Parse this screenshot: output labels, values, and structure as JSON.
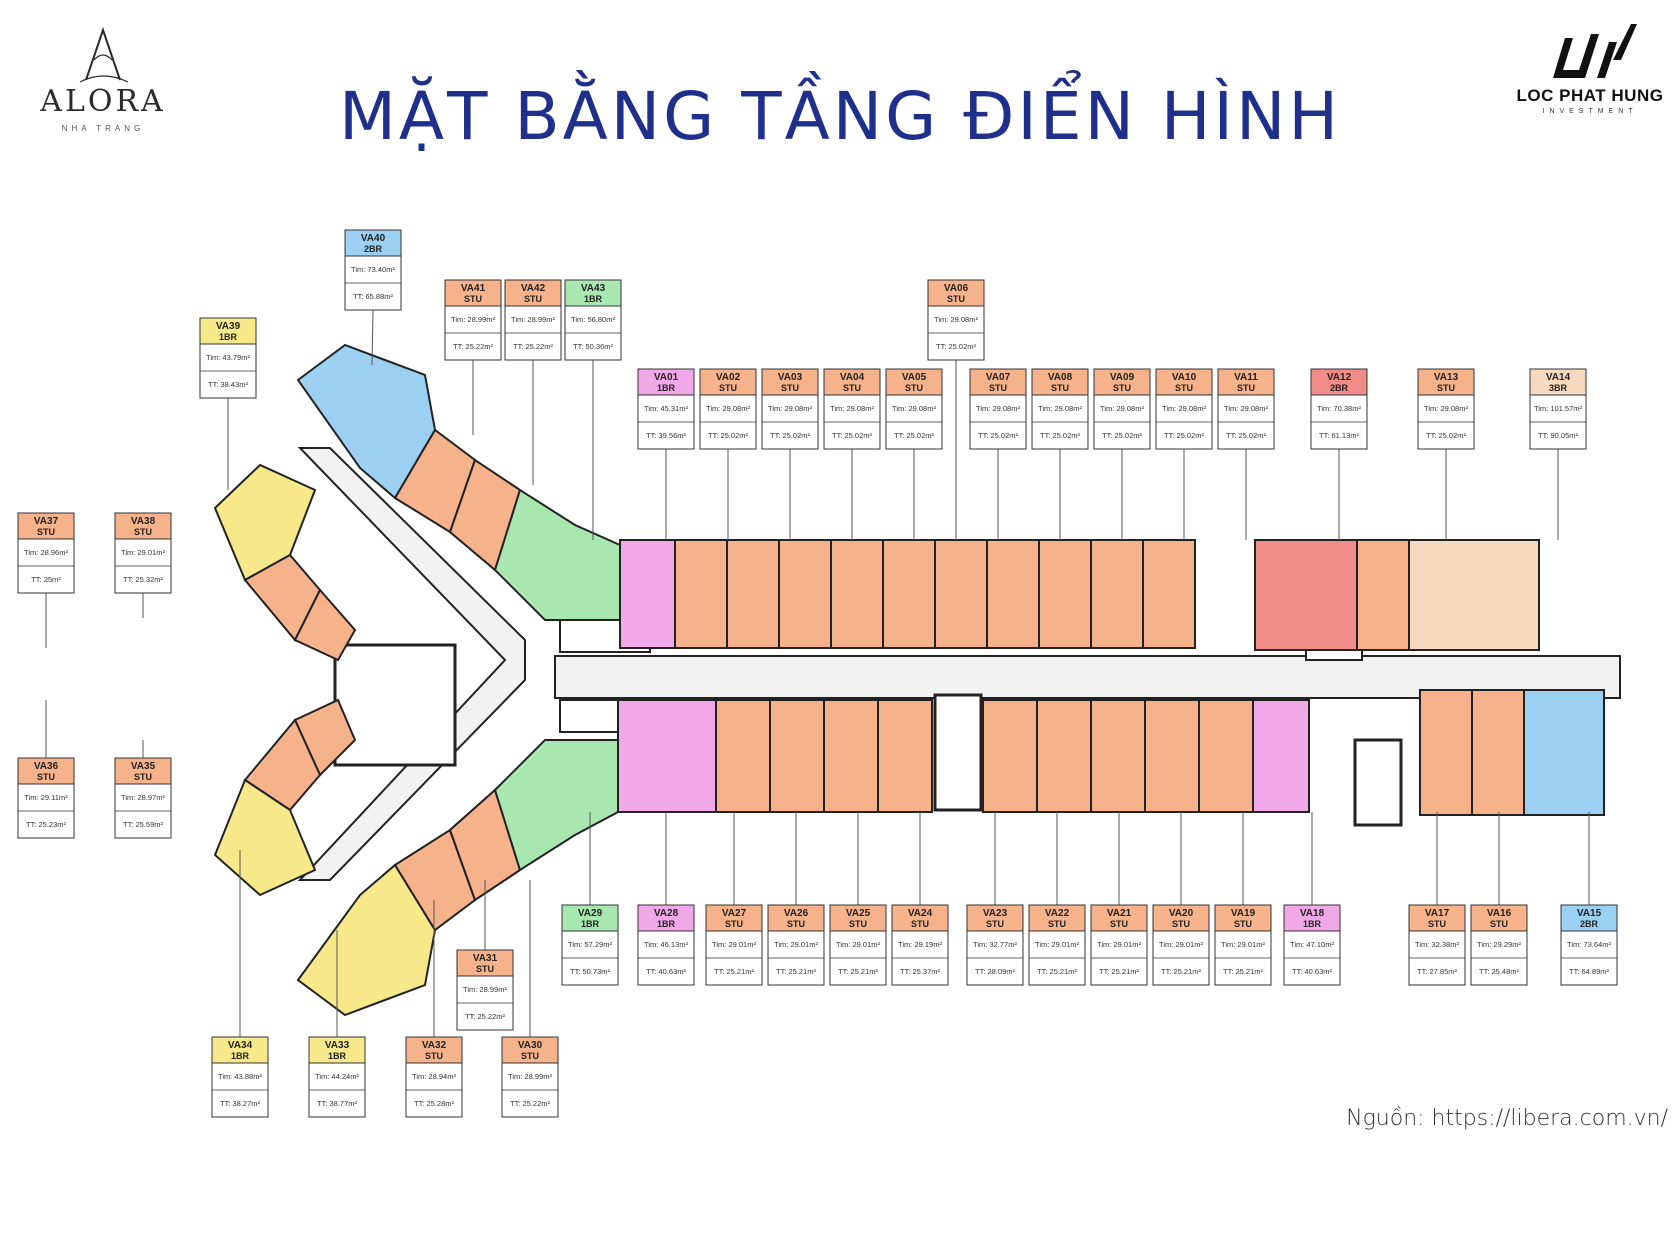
{
  "header": {
    "title": "MẶT BẰNG TẦNG ĐIỂN HÌNH",
    "logo_left": {
      "name": "ALORA",
      "sub": "NHA TRANG"
    },
    "logo_right": {
      "name": "LOC PHAT HUNG",
      "sub": "INVESTMENT"
    }
  },
  "footer": {
    "source": "Nguồn: https://libera.com.vn/"
  },
  "colors": {
    "STU": "#f5b28b",
    "1BR": "#f0a8e8",
    "1BR-yellow": "#f7e98a",
    "1BR-green": "#a8e8b0",
    "2BR": "#9bd0f2",
    "2BR-red": "#f28c88",
    "3BR": "#f7d9bf",
    "title": "#1f2f8c"
  },
  "units": [
    {
      "code": "VA40",
      "type": "2BR",
      "tim": "Tim: 73.40m²",
      "tt": "TT: 65.88m²",
      "color": "2BR"
    },
    {
      "code": "VA39",
      "type": "1BR",
      "tim": "Tim: 43.79m²",
      "tt": "TT: 38.43m²",
      "color": "1BR-yellow"
    },
    {
      "code": "VA41",
      "type": "STU",
      "tim": "Tim: 28.99m²",
      "tt": "TT: 25.22m²",
      "color": "STU"
    },
    {
      "code": "VA42",
      "type": "STU",
      "tim": "Tim: 28.99m²",
      "tt": "TT: 25.22m²",
      "color": "STU"
    },
    {
      "code": "VA43",
      "type": "1BR",
      "tim": "Tim: 56.80m²",
      "tt": "TT: 50.36m²",
      "color": "1BR-green"
    },
    {
      "code": "VA06",
      "type": "STU",
      "tim": "Tim: 29.08m²",
      "tt": "TT: 25.02m²",
      "color": "STU"
    },
    {
      "code": "VA37",
      "type": "STU",
      "tim": "Tim: 28.96m²",
      "tt": "TT: 25m²",
      "color": "STU"
    },
    {
      "code": "VA38",
      "type": "STU",
      "tim": "Tim: 29.01m²",
      "tt": "TT: 25.32m²",
      "color": "STU"
    },
    {
      "code": "VA01",
      "type": "1BR",
      "tim": "Tim: 45.31m²",
      "tt": "TT: 39.56m²",
      "color": "1BR"
    },
    {
      "code": "VA02",
      "type": "STU",
      "tim": "Tim: 29.08m²",
      "tt": "TT: 25.02m²",
      "color": "STU"
    },
    {
      "code": "VA03",
      "type": "STU",
      "tim": "Tim: 29.08m²",
      "tt": "TT: 25.02m²",
      "color": "STU"
    },
    {
      "code": "VA04",
      "type": "STU",
      "tim": "Tim: 29.08m²",
      "tt": "TT: 25.02m²",
      "color": "STU"
    },
    {
      "code": "VA05",
      "type": "STU",
      "tim": "Tim: 29.08m²",
      "tt": "TT: 25.02m²",
      "color": "STU"
    },
    {
      "code": "VA07",
      "type": "STU",
      "tim": "Tim: 29.08m²",
      "tt": "TT: 25.02m²",
      "color": "STU"
    },
    {
      "code": "VA08",
      "type": "STU",
      "tim": "Tim: 29.08m²",
      "tt": "TT: 25.02m²",
      "color": "STU"
    },
    {
      "code": "VA09",
      "type": "STU",
      "tim": "Tim: 29.08m²",
      "tt": "TT: 25.02m²",
      "color": "STU"
    },
    {
      "code": "VA10",
      "type": "STU",
      "tim": "Tim: 29.08m²",
      "tt": "TT: 25.02m²",
      "color": "STU"
    },
    {
      "code": "VA11",
      "type": "STU",
      "tim": "Tim: 29.08m²",
      "tt": "TT: 25.02m²",
      "color": "STU"
    },
    {
      "code": "VA12",
      "type": "2BR",
      "tim": "Tim: 70.38m²",
      "tt": "TT: 61.13m²",
      "color": "2BR-red"
    },
    {
      "code": "VA13",
      "type": "STU",
      "tim": "Tim: 29.08m²",
      "tt": "TT: 25.02m²",
      "color": "STU"
    },
    {
      "code": "VA14",
      "type": "3BR",
      "tim": "Tim: 101.57m²",
      "tt": "TT: 90.05m²",
      "color": "3BR"
    },
    {
      "code": "VA36",
      "type": "STU",
      "tim": "Tim: 29.11m²",
      "tt": "TT: 25.23m²",
      "color": "STU"
    },
    {
      "code": "VA35",
      "type": "STU",
      "tim": "Tim: 28.97m²",
      "tt": "TT: 25.59m²",
      "color": "STU"
    },
    {
      "code": "VA29",
      "type": "1BR",
      "tim": "Tim: 57.29m²",
      "tt": "TT: 50.73m²",
      "color": "1BR-green"
    },
    {
      "code": "VA28",
      "type": "1BR",
      "tim": "Tim: 46.13m²",
      "tt": "TT: 40.63m²",
      "color": "1BR"
    },
    {
      "code": "VA27",
      "type": "STU",
      "tim": "Tim: 29.01m²",
      "tt": "TT: 25.21m²",
      "color": "STU"
    },
    {
      "code": "VA26",
      "type": "STU",
      "tim": "Tim: 29.01m²",
      "tt": "TT: 25.21m²",
      "color": "STU"
    },
    {
      "code": "VA25",
      "type": "STU",
      "tim": "Tim: 29.01m²",
      "tt": "TT: 25.21m²",
      "color": "STU"
    },
    {
      "code": "VA24",
      "type": "STU",
      "tim": "Tim: 29.19m²",
      "tt": "TT: 25.37m²",
      "color": "STU"
    },
    {
      "code": "VA23",
      "type": "STU",
      "tim": "Tim: 32.77m²",
      "tt": "TT: 28.09m²",
      "color": "STU"
    },
    {
      "code": "VA22",
      "type": "STU",
      "tim": "Tim: 29.01m²",
      "tt": "TT: 25.21m²",
      "color": "STU"
    },
    {
      "code": "VA21",
      "type": "STU",
      "tim": "Tim: 29.01m²",
      "tt": "TT: 25.21m²",
      "color": "STU"
    },
    {
      "code": "VA20",
      "type": "STU",
      "tim": "Tim: 29.01m²",
      "tt": "TT: 25.21m²",
      "color": "STU"
    },
    {
      "code": "VA19",
      "type": "STU",
      "tim": "Tim: 29.01m²",
      "tt": "TT: 25.21m²",
      "color": "STU"
    },
    {
      "code": "VA18",
      "type": "1BR",
      "tim": "Tim: 47.10m²",
      "tt": "TT: 40.63m²",
      "color": "1BR"
    },
    {
      "code": "VA17",
      "type": "STU",
      "tim": "Tim: 32.38m²",
      "tt": "TT: 27.85m²",
      "color": "STU"
    },
    {
      "code": "VA16",
      "type": "STU",
      "tim": "Tim: 29.29m²",
      "tt": "TT: 25.48m²",
      "color": "STU"
    },
    {
      "code": "VA15",
      "type": "2BR",
      "tim": "Tim: 73.64m²",
      "tt": "TT: 64.89m²",
      "color": "2BR"
    },
    {
      "code": "VA31",
      "type": "STU",
      "tim": "Tim: 28.99m²",
      "tt": "TT: 25.22m²",
      "color": "STU"
    },
    {
      "code": "VA34",
      "type": "1BR",
      "tim": "Tim: 43.88m²",
      "tt": "TT: 38.27m²",
      "color": "1BR-yellow"
    },
    {
      "code": "VA33",
      "type": "1BR",
      "tim": "Tim: 44.24m²",
      "tt": "TT: 38.77m²",
      "color": "1BR-yellow"
    },
    {
      "code": "VA32",
      "type": "STU",
      "tim": "Tim: 28.94m²",
      "tt": "TT: 25.28m²",
      "color": "STU"
    },
    {
      "code": "VA30",
      "type": "STU",
      "tim": "Tim: 28.99m²",
      "tt": "TT: 25.22m²",
      "color": "STU"
    }
  ]
}
